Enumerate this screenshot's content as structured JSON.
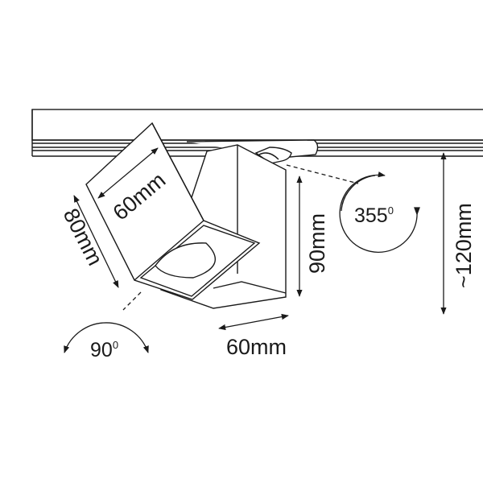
{
  "dimensions": {
    "head_width": "60mm",
    "head_length": "80mm",
    "body_height": "90mm",
    "body_width": "60mm",
    "total_height": "~120mm"
  },
  "rotations": {
    "horizontal": "355",
    "horizontal_unit": "0",
    "tilt": "90",
    "tilt_unit": "0"
  },
  "colors": {
    "line": "#1a1a1a",
    "background": "#ffffff"
  }
}
